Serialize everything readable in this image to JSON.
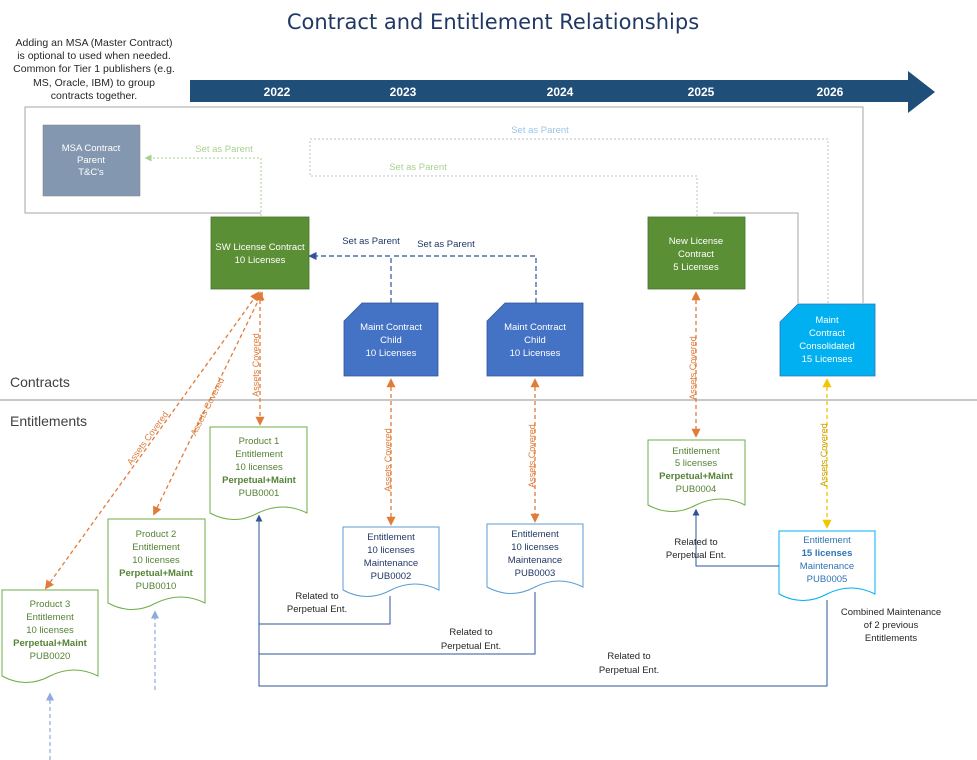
{
  "title": "Contract and Entitlement Relationships",
  "msa_note": [
    "Adding an MSA (Master Contract)",
    "is optional to used when needed.",
    "Common for Tier 1 publishers (e.g.",
    "MS, Oracle, IBM) to group",
    "contracts together."
  ],
  "timeline": {
    "years": [
      "2022",
      "2023",
      "2024",
      "2025",
      "2026"
    ]
  },
  "sections": {
    "contracts": "Contracts",
    "entitlements": "Entitlements"
  },
  "contracts": {
    "msa": [
      "MSA Contract",
      "Parent",
      "T&C's"
    ],
    "sw_license": [
      "SW License Contract",
      "10 Licenses"
    ],
    "maint_child_1": [
      "Maint Contract",
      "Child",
      "10 Licenses"
    ],
    "maint_child_2": [
      "Maint Contract",
      "Child",
      "10 Licenses"
    ],
    "new_license": [
      "New License",
      "Contract",
      "5 Licenses"
    ],
    "maint_consolidated": [
      "Maint",
      "Contract",
      "Consolidated",
      "15 Licenses"
    ]
  },
  "entitlements": {
    "product1": [
      "Product 1",
      "Entitlement",
      "10 licenses",
      "Perpetual+Maint",
      "PUB0001"
    ],
    "product2": [
      "Product 2",
      "Entitlement",
      "10 licenses",
      "Perpetual+Maint",
      "PUB0010"
    ],
    "product3": [
      "Product 3",
      "Entitlement",
      "10 licenses",
      "Perpetual+Maint",
      "PUB0020"
    ],
    "maint1": [
      "Entitlement",
      "10 licenses",
      "Maintenance",
      "PUB0002"
    ],
    "maint2": [
      "Entitlement",
      "10 licenses",
      "Maintenance",
      "PUB0003"
    ],
    "ent4": [
      "Entitlement",
      "5 licenses",
      "Perpetual+Maint",
      "PUB0004"
    ],
    "ent5": [
      "Entitlement",
      "15 licenses",
      "Maintenance",
      "PUB0005"
    ]
  },
  "labels": {
    "set_as_parent": "Set as Parent",
    "assets_covered": "Assets Covered",
    "assets_covered_dashed": "Assets Covered",
    "related": [
      "Related to",
      "Perpetual Ent."
    ],
    "combined": [
      "Combined Maintenance",
      "of 2 previous",
      "Entitlements"
    ]
  },
  "colors": {
    "arrow": "#1f4e79",
    "green": "#5b8f35",
    "blue": "#4472c4",
    "cyan": "#00b0f0",
    "msa": "#8497b0",
    "orange": "#e07b39",
    "yellow": "#f5c400",
    "green_text": "#548235",
    "blue_text": "#2e74b5",
    "dark_text": "#203864"
  }
}
